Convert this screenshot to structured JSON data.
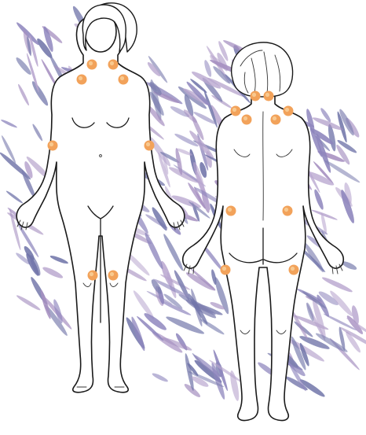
{
  "illustration": {
    "subject": "front-and-back-body-outline",
    "leaf_colors": [
      "#8e86bd",
      "#7d7fb0",
      "#a58fc0",
      "#6f73a8",
      "#b9a7cf"
    ],
    "tender_point_color": "#f2a25a",
    "tender_point_highlight": "#f8c98f",
    "tender_points": {
      "front": {
        "count": 8,
        "sites": [
          "lower-neck-left",
          "lower-neck-right",
          "chest-left",
          "chest-right",
          "elbow-left",
          "elbow-right",
          "knee-left",
          "knee-right"
        ]
      },
      "back": {
        "count": 10,
        "sites": [
          "base-of-skull-left",
          "base-of-skull-right",
          "upper-shoulder-left",
          "upper-shoulder-right",
          "shoulder-blade-left",
          "shoulder-blade-right",
          "hip-left",
          "hip-right",
          "thigh-left",
          "thigh-right"
        ]
      }
    }
  }
}
